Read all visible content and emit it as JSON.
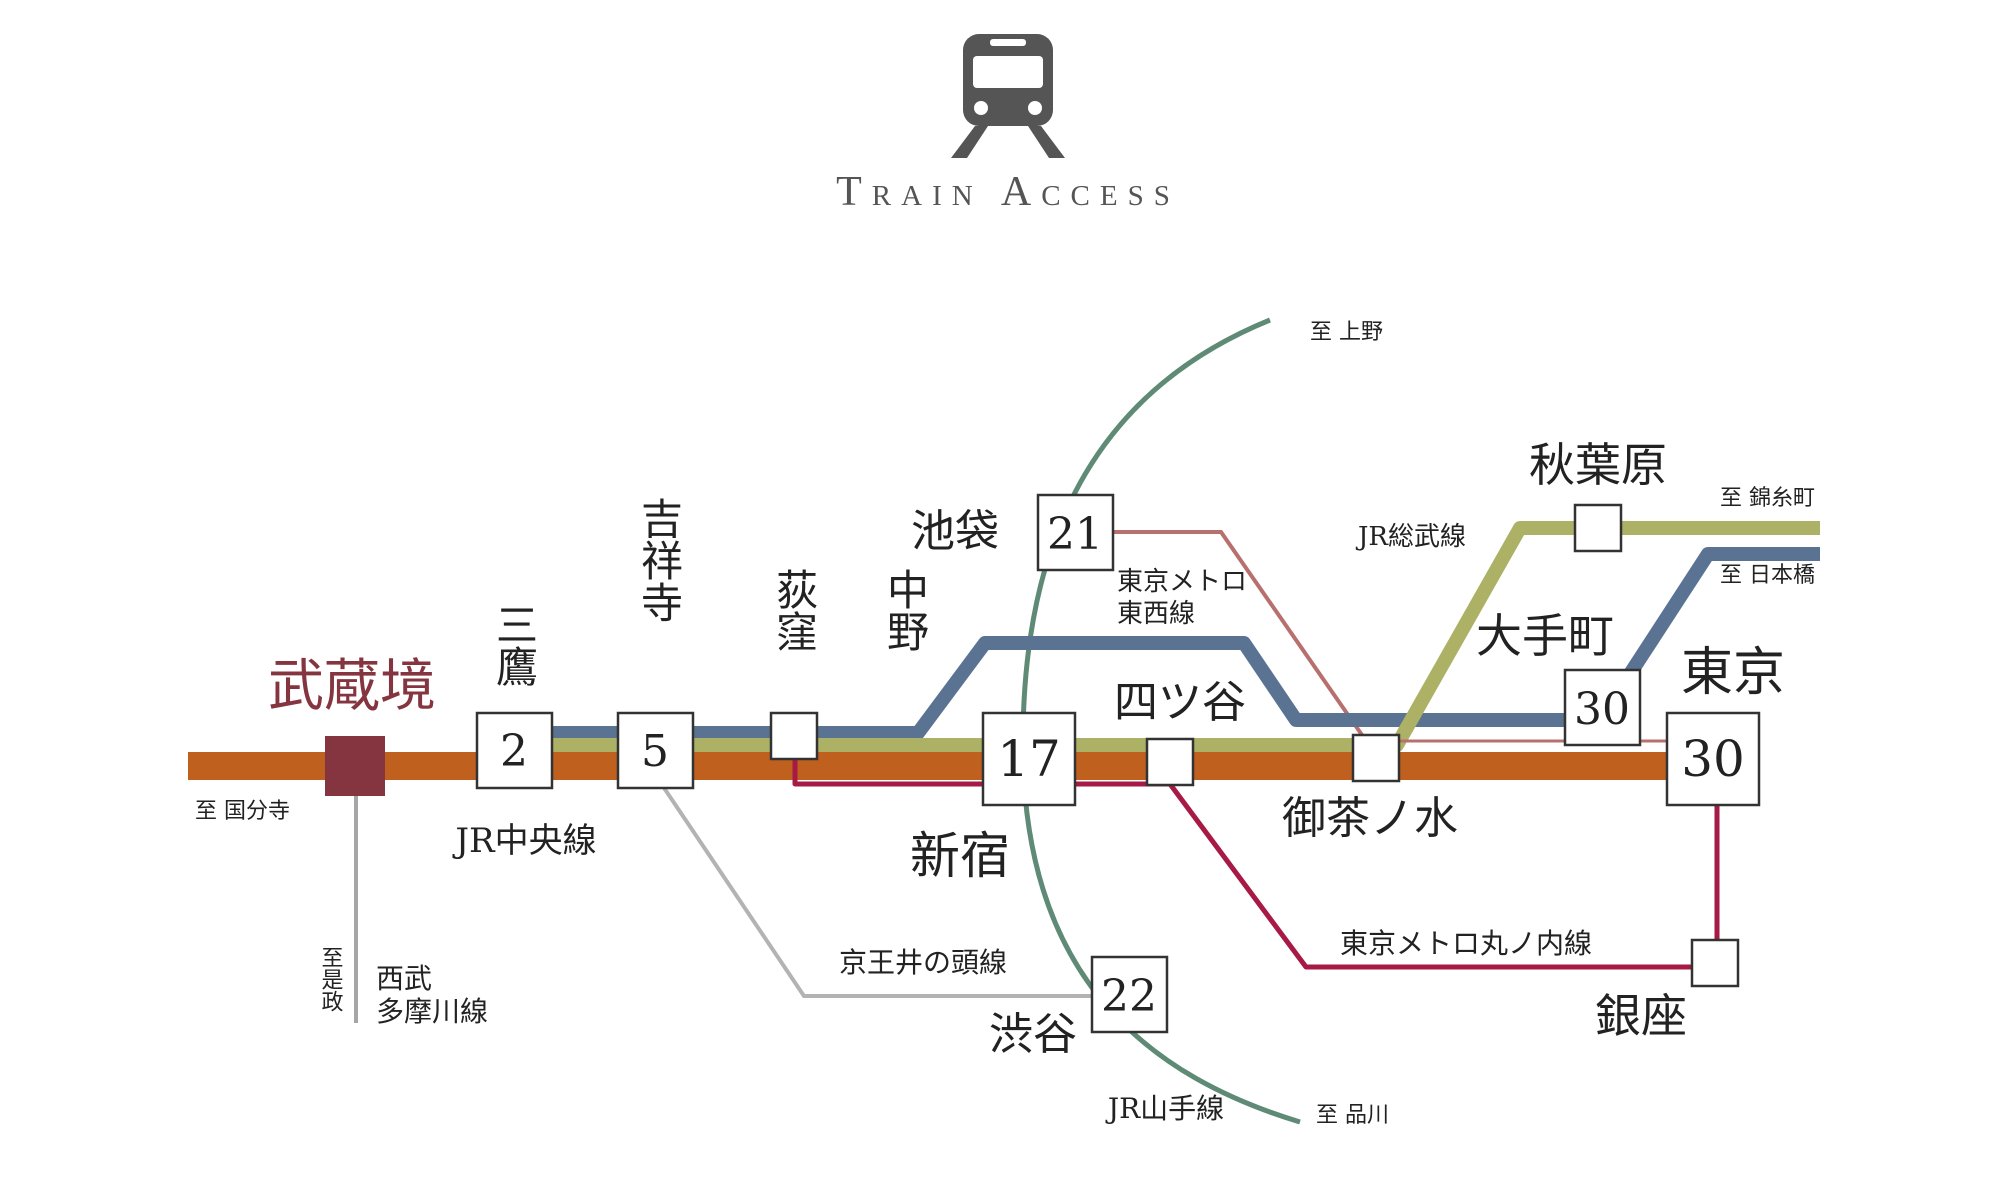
{
  "header": {
    "icon": "train-icon",
    "title": "Train Access"
  },
  "colors": {
    "chuo": "#c0601f",
    "tozai": "#5b7393",
    "sobu": "#adb165",
    "yamanote": "#5e8a76",
    "marunouchi": "#a61a45",
    "keio_inokashira": "#b3b3b3",
    "seibu_tamagawa": "#a6a6a6",
    "tozai_branch": "#b8706f",
    "origin_station": "#85353f",
    "origin_text": "#85353f",
    "text": "#333333"
  },
  "origin": {
    "name": "武蔵境"
  },
  "stations": {
    "mitaka": {
      "name": "三鷹",
      "minutes": "2"
    },
    "kichijoji": {
      "name": "吉祥寺",
      "minutes": "5"
    },
    "ogikubo": {
      "name": "荻窪"
    },
    "nakano": {
      "name": "中野"
    },
    "ikebukuro": {
      "name": "池袋",
      "minutes": "21"
    },
    "shinjuku": {
      "name": "新宿",
      "minutes": "17"
    },
    "yotsuya": {
      "name": "四ツ谷"
    },
    "shibuya": {
      "name": "渋谷",
      "minutes": "22"
    },
    "ochanomizu": {
      "name": "御茶ノ水"
    },
    "akihabara": {
      "name": "秋葉原"
    },
    "otemachi": {
      "name": "大手町",
      "minutes": "30"
    },
    "tokyo": {
      "name": "東京",
      "minutes": "30"
    },
    "ginza": {
      "name": "銀座"
    }
  },
  "lines": {
    "chuo": "JR中央線",
    "sobu": "JR総武線",
    "yamanote": "JR山手線",
    "tozai_line1": "東京メトロ",
    "tozai_line2": "東西線",
    "marunouchi": "東京メトロ丸ノ内線",
    "keio": "京王井の頭線",
    "seibu_line1": "西武",
    "seibu_line2": "多摩川線"
  },
  "directions": {
    "kokubunji": "至 国分寺",
    "koremasa": "至是政",
    "ueno": "至 上野",
    "shinagawa": "至 品川",
    "kinshicho": "至 錦糸町",
    "nihonbashi": "至 日本橋"
  }
}
